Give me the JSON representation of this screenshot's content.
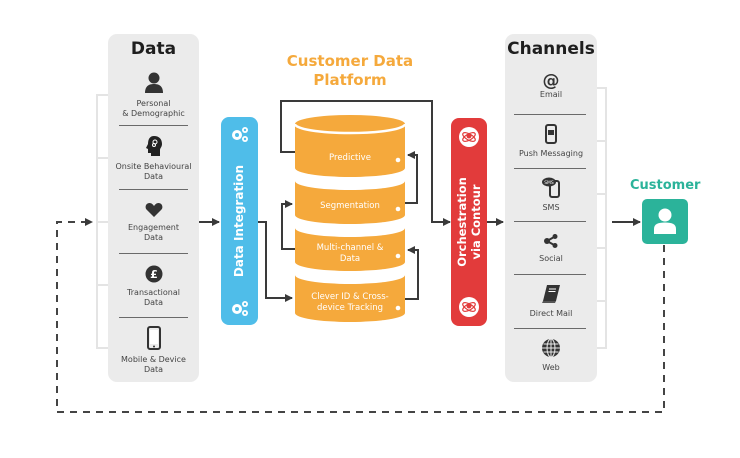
{
  "data_panel": {
    "title": "Data",
    "items": [
      {
        "icon": "person-icon",
        "label_lines": [
          "Personal",
          "& Demographic"
        ]
      },
      {
        "icon": "brain-head-icon",
        "label_lines": [
          "Onsite Behavioural",
          "Data"
        ]
      },
      {
        "icon": "heart-icon",
        "label_lines": [
          "Engagement",
          "Data"
        ]
      },
      {
        "icon": "pound-coin-icon",
        "label_lines": [
          "Transactional",
          "Data"
        ]
      },
      {
        "icon": "mobile-phone-icon",
        "label_lines": [
          "Mobile & Device",
          "Data"
        ]
      }
    ]
  },
  "integration": {
    "label": "Data Integration",
    "icon": "gears-icon",
    "color": "#4fbde9"
  },
  "cdp": {
    "title_lines": [
      "Customer Data",
      "Platform"
    ],
    "color": "#f5a93c",
    "layers": [
      {
        "label_lines": [
          "Predictive"
        ]
      },
      {
        "label_lines": [
          "Segmentation"
        ]
      },
      {
        "label_lines": [
          "Multi-channel &",
          "Data"
        ]
      },
      {
        "label_lines": [
          "Clever ID & Cross-",
          "device Tracking"
        ]
      }
    ]
  },
  "orchestration": {
    "label_lines": [
      "Orchestration",
      "via Contour"
    ],
    "icon": "contour-atom-icon",
    "color": "#e23b3b"
  },
  "channels_panel": {
    "title": "Channels",
    "items": [
      {
        "icon": "at-sign-icon",
        "label": "Email"
      },
      {
        "icon": "push-phone-icon",
        "label": "Push Messaging"
      },
      {
        "icon": "sms-icon",
        "label": "SMS"
      },
      {
        "icon": "share-icon",
        "label": "Social"
      },
      {
        "icon": "book-icon",
        "label": "Direct Mail"
      },
      {
        "icon": "globe-icon",
        "label": "Web"
      }
    ]
  },
  "customer": {
    "title": "Customer",
    "icon": "customer-user-icon",
    "color": "#2bb39a"
  }
}
